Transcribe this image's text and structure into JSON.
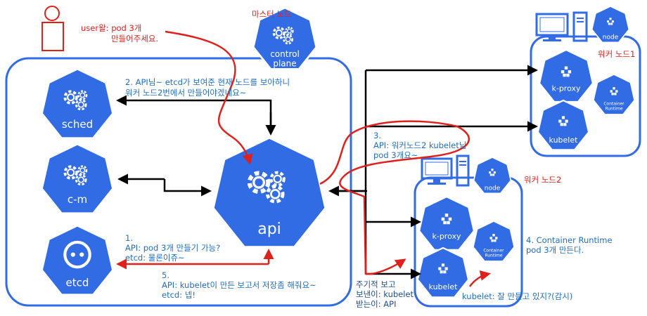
{
  "labels": {
    "master_node": "마스터 노드",
    "worker1": "워커 노드1",
    "worker2": "워커 노드2",
    "user_request": [
      "user왈: pod 3개",
      "만들어주세요."
    ],
    "step2": [
      "2. API님~ etcd가 보여준 현재 노드를 보아하니",
      "워커 노드2번에서 만들어야겠네요~"
    ],
    "step3": [
      "3.",
      "API: 워커노드2 kubelet님",
      "pod 3개요~"
    ],
    "step1": [
      "1.",
      "API: pod 3개 만들기 가능?",
      "etcd: 물론이쥬~"
    ],
    "step5": [
      "5.",
      "API: kubelet이 만든 보고서 저장좀 해줘요~",
      "etcd: 넵!"
    ],
    "step4": [
      "4. Container Runtime",
      "pod 3개 만든다."
    ],
    "report": [
      "주기적 보고",
      "보낸이: kubelet",
      "받는이: API"
    ],
    "watch": "kubelet: 잘 만들고 있지?(감시)"
  },
  "components": {
    "control_plane": [
      "control",
      "plane"
    ],
    "sched": "sched",
    "cm": "c-m",
    "api": "api",
    "etcd": "etcd",
    "node": "node",
    "kproxy": "k-proxy",
    "kubelet": "kubelet",
    "container_runtime": [
      "Container",
      "Runtime"
    ]
  },
  "colors": {
    "k8s_blue": "#326ce5",
    "request_red": "#e0201b",
    "text_blue": "#1f6fc5"
  }
}
